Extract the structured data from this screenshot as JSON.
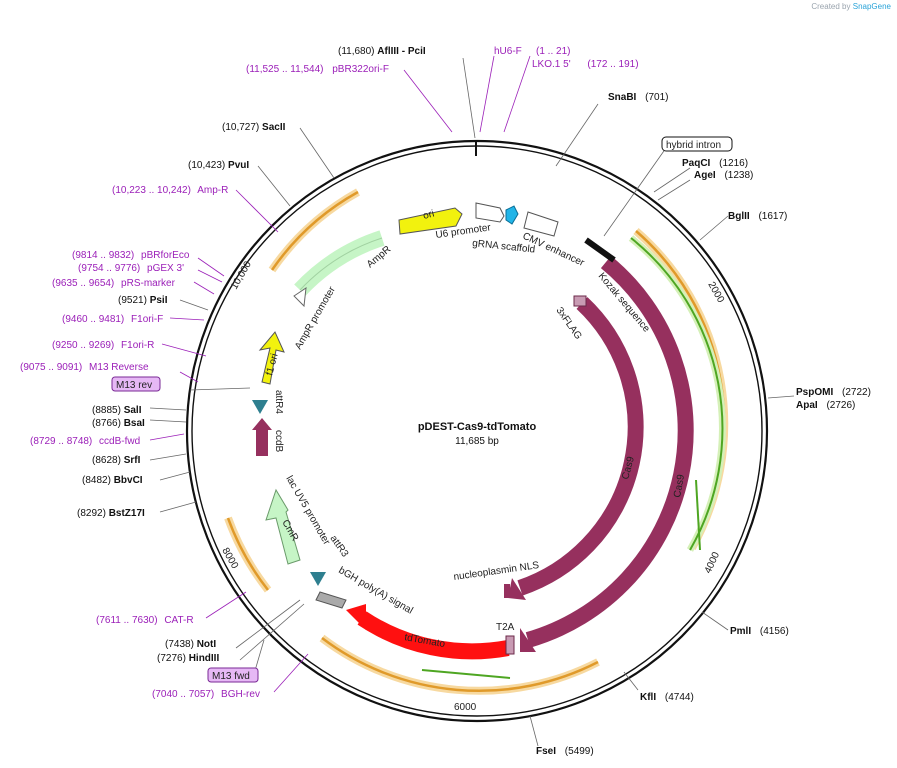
{
  "credit": {
    "prefix": "Created by",
    "brand": "SnapGene"
  },
  "plasmid": {
    "name": "pDEST-Cas9-tdTomato",
    "length": "11,685 bp"
  },
  "colors": {
    "cas9": "#96305e",
    "ori": "#f2f20e",
    "ampr": "#c6f5c6",
    "tdtomato": "#ff1010",
    "primer": "#9b1fb8",
    "orange": "#f0a030",
    "green": "#5ab52a",
    "teal": "#2e7f8f"
  },
  "enzymes": [
    {
      "pos": "(11,680)",
      "name": "AflIII  -  PciI"
    },
    {
      "pos": "(701)",
      "name": "SnaBI"
    },
    {
      "pos": "(1216)",
      "name": "PaqCI"
    },
    {
      "pos": "(1238)",
      "name": "AgeI"
    },
    {
      "pos": "(1617)",
      "name": "BglII"
    },
    {
      "pos": "(2722)",
      "name": "PspOMI"
    },
    {
      "pos": "(2726)",
      "name": "ApaI"
    },
    {
      "pos": "(4156)",
      "name": "PmlI"
    },
    {
      "pos": "(4744)",
      "name": "KflI"
    },
    {
      "pos": "(5499)",
      "name": "FseI"
    },
    {
      "pos": "(7276)",
      "name": "HindIII"
    },
    {
      "pos": "(7438)",
      "name": "NotI"
    },
    {
      "pos": "(8292)",
      "name": "BstZ17I"
    },
    {
      "pos": "(8482)",
      "name": "BbvCI"
    },
    {
      "pos": "(8628)",
      "name": "SrfI"
    },
    {
      "pos": "(8766)",
      "name": "BsaI"
    },
    {
      "pos": "(8885)",
      "name": "SalI"
    },
    {
      "pos": "(9521)",
      "name": "PsiI"
    },
    {
      "pos": "(10,423)",
      "name": "PvuI"
    },
    {
      "pos": "(10,727)",
      "name": "SacII"
    }
  ],
  "primers": [
    {
      "pos": "(11,525 .. 11,544)",
      "name": "pBR322ori-F"
    },
    {
      "pos": "",
      "name": "hU6-F"
    },
    {
      "pos": "(1 .. 21)",
      "name": ""
    },
    {
      "pos": "(172 .. 191)",
      "name": "LKO.1 5'"
    },
    {
      "pos": "(10,223 .. 10,242)",
      "name": "Amp-R"
    },
    {
      "pos": "(9814 .. 9832)",
      "name": "pBRforEco"
    },
    {
      "pos": "(9754 .. 9776)",
      "name": "pGEX 3'"
    },
    {
      "pos": "(9635 .. 9654)",
      "name": "pRS-marker"
    },
    {
      "pos": "(9460 .. 9481)",
      "name": "F1ori-F"
    },
    {
      "pos": "(9250 .. 9269)",
      "name": "F1ori-R"
    },
    {
      "pos": "(9075 .. 9091)",
      "name": "M13 Reverse"
    },
    {
      "pos": "(8729 .. 8748)",
      "name": "ccdB-fwd"
    },
    {
      "pos": "(7611 .. 7630)",
      "name": "CAT-R"
    },
    {
      "pos": "(7040 .. 7057)",
      "name": "BGH-rev"
    }
  ],
  "boxed": {
    "hybrid": "hybrid intron",
    "m13rev": "M13 rev",
    "m13fwd": "M13 fwd"
  },
  "features": {
    "ori": "ori",
    "u6": "U6 promoter",
    "grna": "gRNA scaffold",
    "cmv": "CMV enhancer",
    "kozak": "Kozak sequence",
    "flag": "3xFLAG",
    "cas9_inner": "Cas9",
    "cas9_outer": "Cas9",
    "nls": "nucleoplasmin NLS",
    "t2a": "T2A",
    "tdtomato": "tdTomato",
    "bgh": "bGH poly(A) signal",
    "attr3": "attR3",
    "lacuv5": "lac UV5 promoter",
    "cmr": "CmR",
    "ccdb": "ccdB",
    "attr4": "attR4",
    "f1ori": "f1 ori",
    "amprp": "AmpR promoter",
    "ampr": "AmpR"
  },
  "ticks": [
    "2000",
    "4000",
    "6000",
    "8000",
    "10,000"
  ]
}
